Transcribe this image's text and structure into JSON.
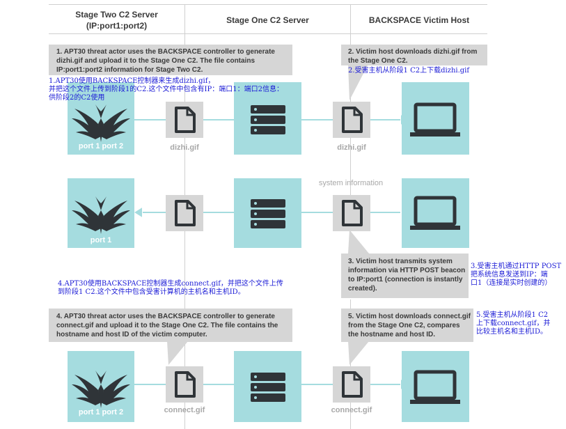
{
  "headers": {
    "stage_two": "Stage Two C2 Server\n(IP:port1:port2)",
    "stage_one": "Stage One C2 Server",
    "victim": "BACKSPACE Victim Host"
  },
  "notes": {
    "step1": "1.  APT30 threat actor uses the BACKSPACE controller to generate dizhi.gif and upload it to the Stage One C2. The file contains IP:port1:port2 information for Stage Two C2.",
    "step2": "2.  Victim host downloads dizhi.gif from the Stage One C2.",
    "step3": "3.  Victim host transmits system information via HTTP POST beacon to IP:port1 (connection is instantly created).",
    "step4": "4.  APT30 threat actor uses the BACKSPACE controller to generate connect.gif and upload it to the Stage One C2. The file contains the hostname and host ID of the victim computer.",
    "step5": "5.  Victim host downloads connect.gif from the Stage One C2, compares the hostname and host ID."
  },
  "translations": {
    "t1": "1.APT30使用BACKSPACE控制器来生成dizhi.gif，\n并把这个文件上传到阶段1的C2.这个文件中包含有IP：端口1：端口2信息：\n供阶段2的C2使用",
    "t2": "2.受害主机从阶段1 C2上下载dizhi.gif",
    "t3": "3.受害主机通过HTTP POST\n把系统信息发送到IP：端\n口1（连接是实时创建的）",
    "t4": "4.APT30使用BACKSPACE控制器生成connect.gif，并把这个文件上传\n到阶段1 C2.这个文件中包含受害计算机的主机名和主机ID。",
    "t5": "5.受害主机从阶段1 C2\n上下载connect.gif，并\n比较主机名和主机ID。"
  },
  "labels": {
    "row1_wing": "port 1  port 2",
    "row2_wing": "port 1",
    "row3_wing": "port 1  port 2",
    "file_dizhi_1": "dizhi.gif",
    "file_dizhi_2": "dizhi.gif",
    "system_information": "system information",
    "file_connect_1": "connect.gif",
    "file_connect_2": "connect.gif"
  },
  "colors": {
    "tile": "#a5dcdf",
    "dark_icon": "#2f3438",
    "note_bg": "#d6d6d6",
    "annotation_blue": "#1a1ad6"
  }
}
